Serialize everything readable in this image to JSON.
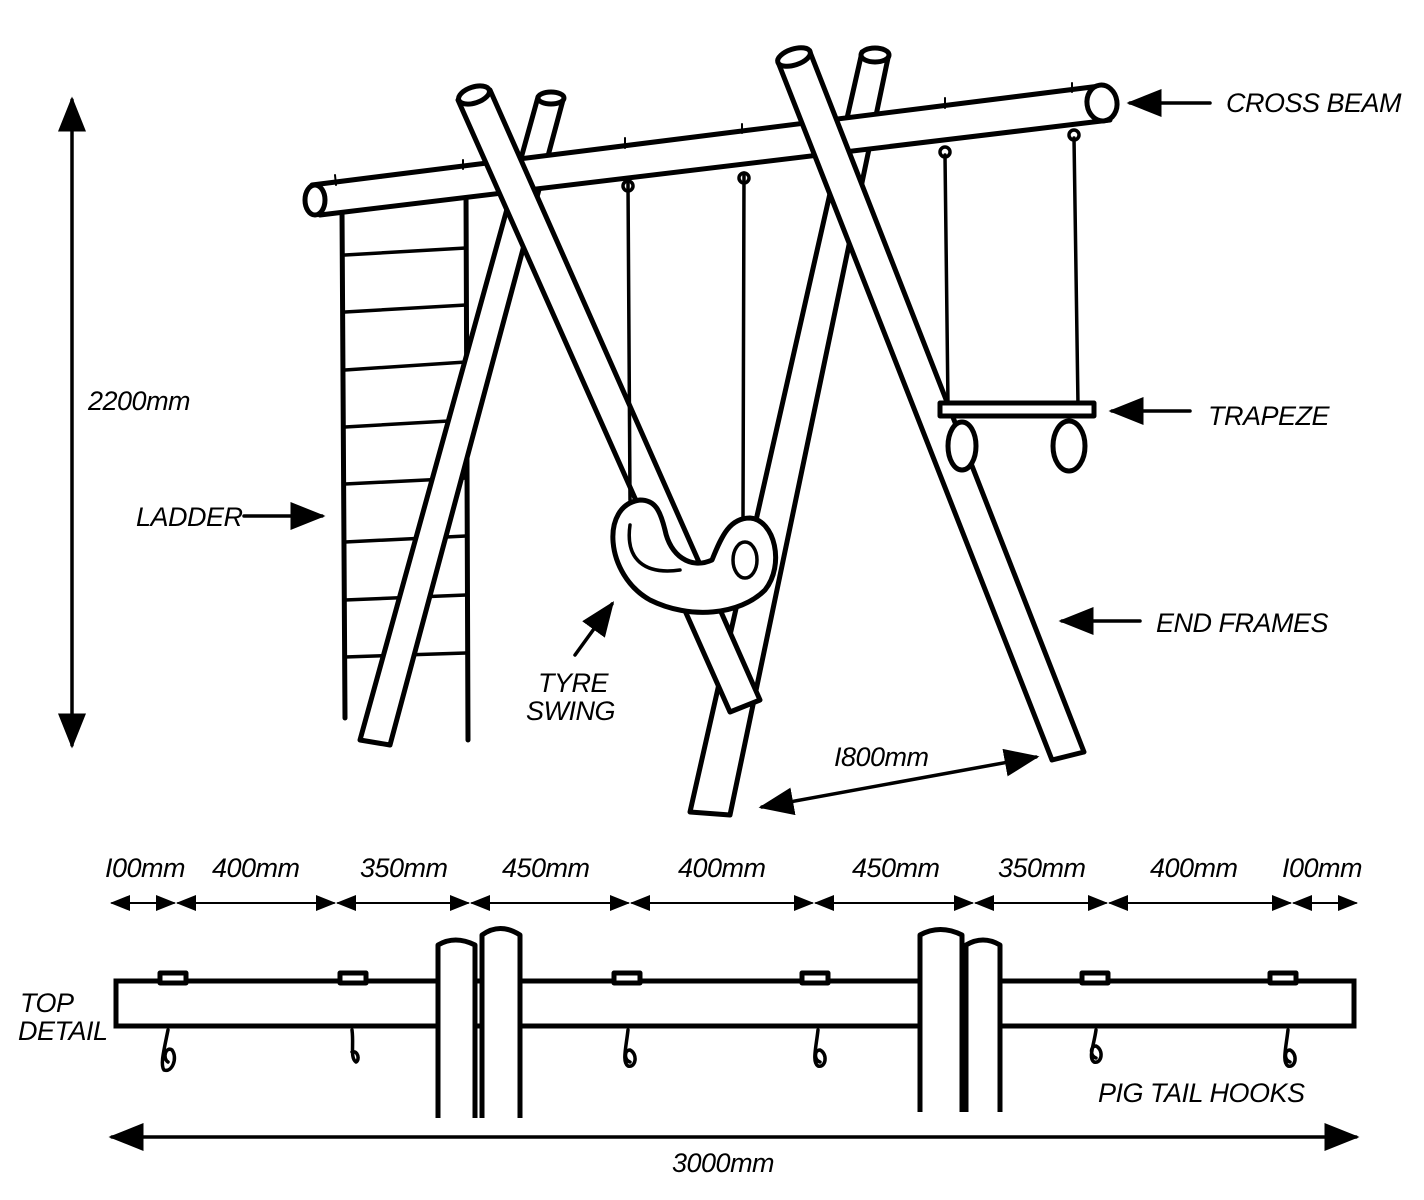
{
  "labels": {
    "cross_beam": "CROSS BEAM",
    "trapeze": "TRAPEZE",
    "ladder": "LADDER",
    "end_frames": "END FRAMES",
    "tyre_swing_line1": "TYRE",
    "tyre_swing_line2": "SWING",
    "height": "2200mm",
    "frame_spread": "I800mm",
    "top_detail_line1": "TOP",
    "top_detail_line2": "DETAIL",
    "pig_tail_hooks": "PIG TAIL HOOKS",
    "overall_length": "3000mm"
  },
  "spacing": [
    {
      "label": "I00mm"
    },
    {
      "label": "400mm"
    },
    {
      "label": "350mm"
    },
    {
      "label": "450mm"
    },
    {
      "label": "400mm"
    },
    {
      "label": "450mm"
    },
    {
      "label": "350mm"
    },
    {
      "label": "400mm"
    },
    {
      "label": "I00mm"
    }
  ]
}
